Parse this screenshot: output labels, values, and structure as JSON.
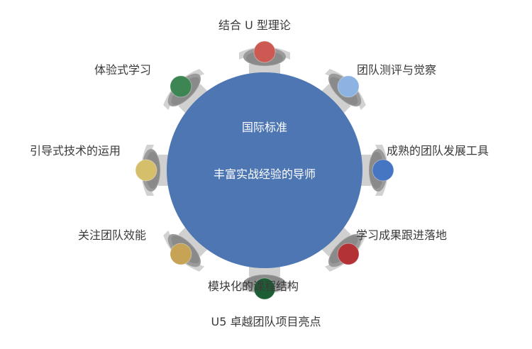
{
  "center": {
    "line1": "国际标准",
    "line2": "丰富实战经验的导师",
    "color": "#4d76b3"
  },
  "items": [
    {
      "label": "结合 U 型理论",
      "color": "#cd5a52"
    },
    {
      "label": "团队测评与觉察",
      "color": "#8db3e2"
    },
    {
      "label": "成熟的团队发展工具",
      "color": "#4675c2"
    },
    {
      "label": "学习成果跟进落地",
      "color": "#b33236"
    },
    {
      "label": "模块化的课程结构",
      "color": "#1e5e34"
    },
    {
      "label": "关注团队效能",
      "color": "#c6a355"
    },
    {
      "label": "引导式技术的运用",
      "color": "#d6bf6b"
    },
    {
      "label": "体验式学习",
      "color": "#3d8552"
    }
  ],
  "caption": "U5 卓越团队项目亮点"
}
